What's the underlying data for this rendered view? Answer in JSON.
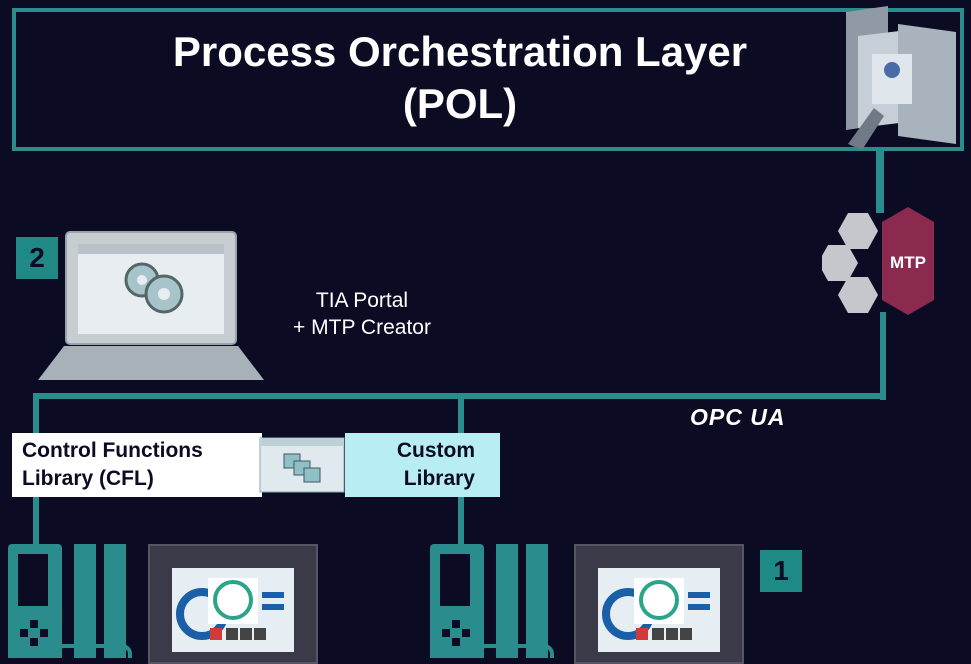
{
  "pol": {
    "title_line1": "Process Orchestration Layer",
    "title_line2": "(POL)"
  },
  "badges": {
    "engineering": "2",
    "hmi": "1"
  },
  "engineering": {
    "line1": "TIA Portal",
    "line2": "+ MTP Creator"
  },
  "mtp": {
    "label": "MTP"
  },
  "protocol": {
    "label": "OPC UA"
  },
  "libraries": {
    "cfl_line1": "Control Functions",
    "cfl_line2": "Library (CFL)",
    "custom_line1": "Custom",
    "custom_line2": "Library"
  },
  "colors": {
    "background": "#0b0b24",
    "accent": "#2a8c8c",
    "mtp": "#8b2a4e",
    "custom_library": "#b8eef3"
  }
}
